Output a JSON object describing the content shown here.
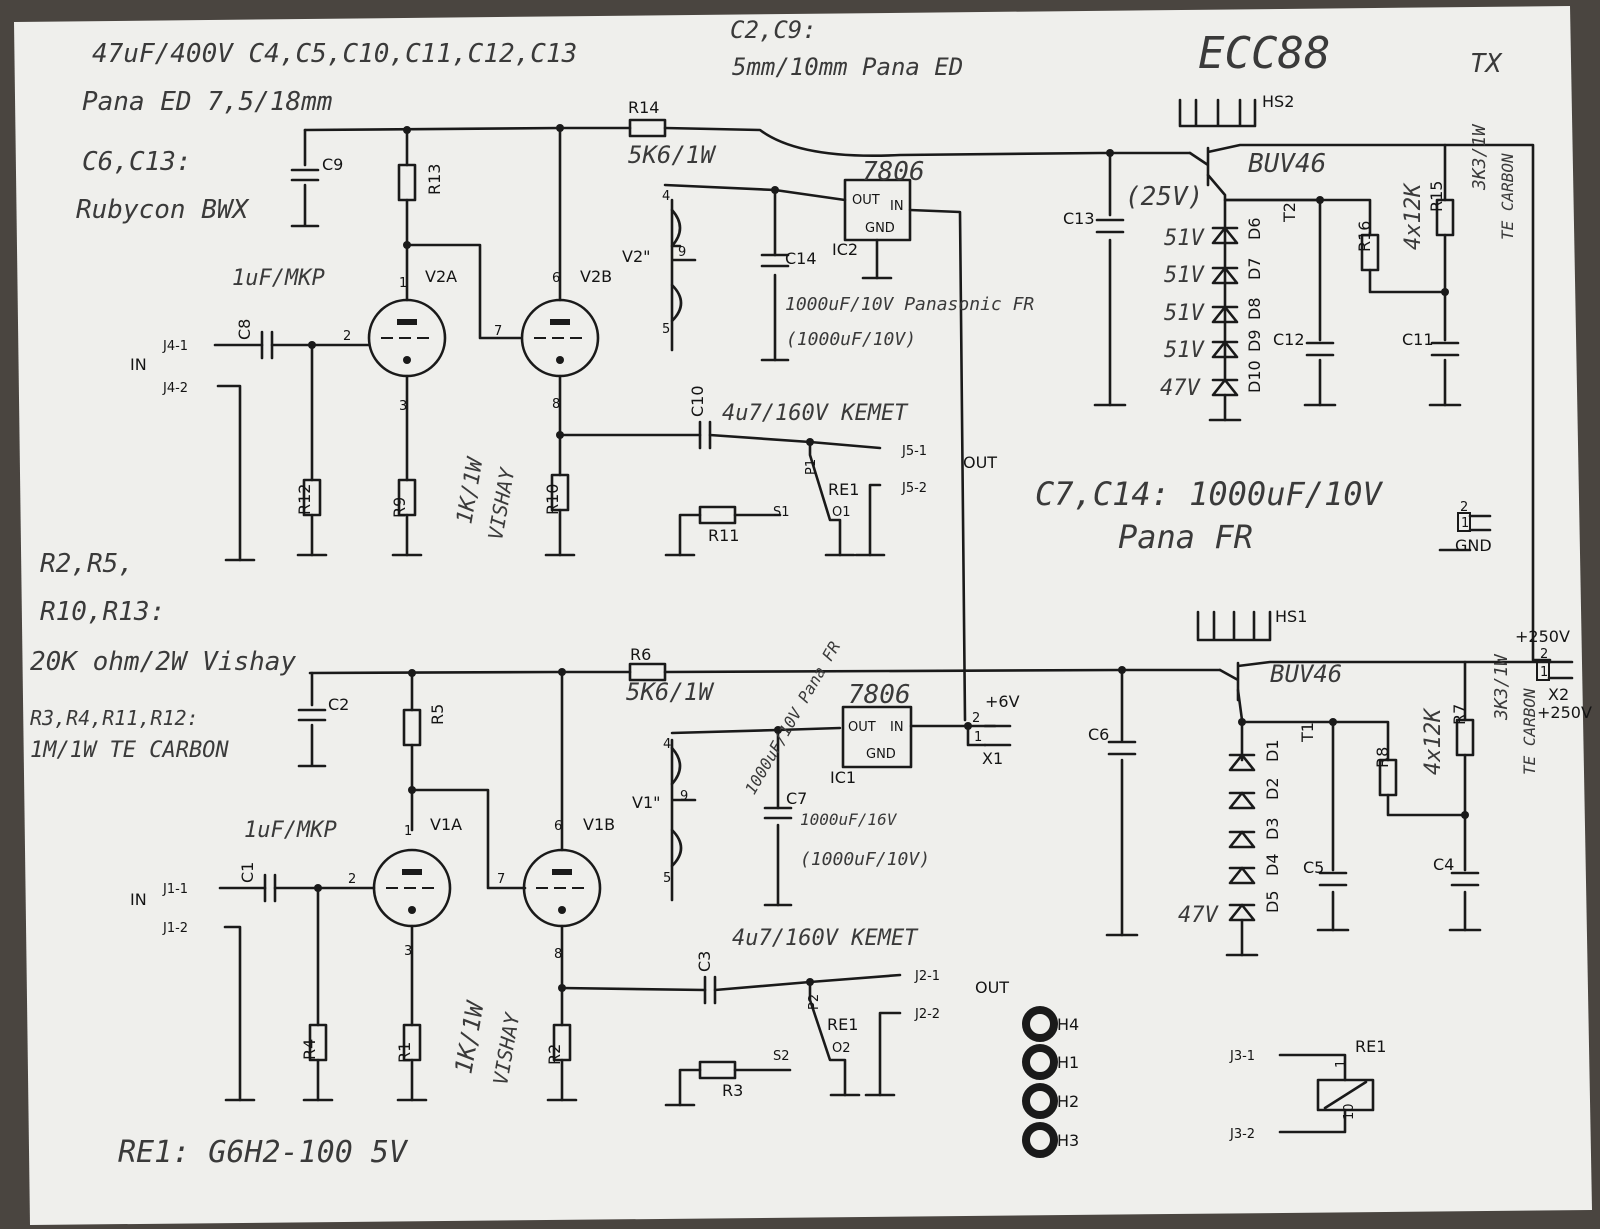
{
  "notes": {
    "cap_list": "47uF/400V C4,C5,C10,C11,C12,C13",
    "pana_ed_1": "Pana ED 7,5/18mm",
    "c6c13": "C6,C13:",
    "rubycon": "Rubycon BWX",
    "c2c9": "C2,C9:",
    "pana_ed_2": "5mm/10mm Pana ED",
    "ecc88": "ECC88",
    "tx": "TX",
    "c7c14": "C7,C14: 1000uF/10V",
    "pana_fr": "Pana FR",
    "r2r5": "R2,R5,",
    "r10r13": "R10,R13:",
    "r_spec": "20K ohm/2W Vishay",
    "r_small": "R3,R4,R11,R12:",
    "r_small_spec": "1M/1W TE CARBON",
    "relay_note": "RE1: G6H2-100 5V",
    "c8_note": "1uF/MKP",
    "c1_note": "1uF/MKP",
    "r14_note": "5K6/1W",
    "r6_note": "5K6/1W",
    "r9_note": "1K/1W",
    "r9_note2": "VISHAY",
    "r1_note": "1K/1W",
    "r1_note2": "VISHAY",
    "c10_note": "4u7/160V KEMET",
    "c3_note": "4u7/160V KEMET",
    "c14_note": "1000uF/10V Panasonic FR",
    "c14_note2": "(1000uF/10V)",
    "c7_note": "1000uF/10V Pana FR",
    "c7_note2": "1000uF/16V",
    "c7_note3": "(1000uF/10V)",
    "reg_top_note": "7806",
    "reg_bot_note": "7806",
    "buv_top": "BUV46",
    "buv_bot": "BUV46",
    "c13_note": "(25V)",
    "zener_51_a": "51V",
    "zener_51_b": "51V",
    "zener_51_c": "51V",
    "zener_51_d": "51V",
    "zener_47_top": "47V",
    "zener_47_bot": "47V",
    "r16_note": "4x12K",
    "r8_note": "4x12K",
    "r15_note": "3K3/1W",
    "r15_note2": "TE CARBON",
    "r7_note": "3K3/1W",
    "r7_note2": "TE CARBON"
  },
  "labels": {
    "in_top": "IN",
    "in_bot": "IN",
    "j41": "J4-1",
    "j42": "J4-2",
    "j11": "J1-1",
    "j12": "J1-2",
    "j51": "J5-1",
    "j52": "J5-2",
    "j21": "J2-1",
    "j22": "J2-2",
    "j31": "J3-1",
    "j32": "J3-2",
    "out_top": "OUT",
    "out_bot": "OUT",
    "c8": "C8",
    "c1": "C1",
    "c9": "C9",
    "c2": "C2",
    "r13": "R13",
    "r5": "R5",
    "r12": "R12",
    "r4": "R4",
    "r9": "R9",
    "r1": "R1",
    "r10": "R10",
    "r2": "R2",
    "r14": "R14",
    "r6": "R6",
    "r11": "R11",
    "r3": "R3",
    "c10": "C10",
    "c3": "C3",
    "c14": "C14",
    "c7": "C7",
    "v2a": "V2A",
    "v2b": "V2B",
    "v1a": "V1A",
    "v1b": "V1B",
    "v2h": "V2\"",
    "v1h": "V1\"",
    "ic2": "IC2",
    "ic1": "IC1",
    "reg_out": "OUT",
    "reg_in": "IN",
    "reg_gnd": "GND",
    "reg_out2": "OUT",
    "reg_in2": "IN",
    "reg_gnd2": "GND",
    "re1_top": "RE1",
    "re1_bot": "RE1",
    "re1_coil": "RE1",
    "p1": "P1",
    "o1": "O1",
    "p2": "P2",
    "o2": "O2",
    "s1": "S1",
    "s2": "S2",
    "hs2": "HS2",
    "hs1": "HS1",
    "t2": "T2",
    "t1": "T1",
    "c13": "C13",
    "c6": "C6",
    "c12": "C12",
    "c11": "C11",
    "c5": "C5",
    "c4": "C4",
    "r16": "R16",
    "r15": "R15",
    "r8": "R8",
    "r7": "R7",
    "d6": "D6",
    "d7": "D7",
    "d8": "D8",
    "d9": "D9",
    "d10": "D10",
    "d1": "D1",
    "d2": "D2",
    "d3": "D3",
    "d4": "D4",
    "d5": "D5",
    "x1": "X1",
    "x2": "X2",
    "plus6v": "+6V",
    "plus250_top": "+250V",
    "plus250_bot": "+250V",
    "gnd": "GND",
    "h1": "H1",
    "h2": "H2",
    "h3": "H3",
    "h4": "H4",
    "p_1": "1",
    "p_2": "2",
    "p_3": "3",
    "p_6": "6",
    "p_7": "7",
    "p_8": "8",
    "q_1": "1",
    "q_2": "2",
    "q_3": "3",
    "q_6": "6",
    "q_7": "7",
    "q_8": "8",
    "h_4a": "4",
    "h_9a": "9",
    "h_5a": "5",
    "h_4b": "4",
    "h_9b": "9",
    "h_5b": "5",
    "x1_1": "1",
    "x1_2": "2",
    "x2_1": "1",
    "x2_2": "2",
    "g_1": "1",
    "g_2": "2",
    "coil_1": "1",
    "coil_10": "10"
  },
  "colors": {
    "paper": "#efefec",
    "ink": "#1a1a1a",
    "pencil": "#3a3a3a",
    "background": "#4a4540"
  }
}
